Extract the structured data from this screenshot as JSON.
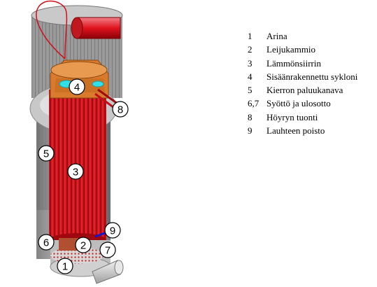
{
  "diagram": {
    "markers": [
      "4",
      "8",
      "5",
      "3",
      "9",
      "6",
      "2",
      "7",
      "1"
    ]
  },
  "legend": {
    "items": [
      {
        "num": "1",
        "label": "Arina"
      },
      {
        "num": "2",
        "label": "Leijukammio"
      },
      {
        "num": "3",
        "label": "Lämmönsiirrin"
      },
      {
        "num": "4",
        "label": "Sisäänrakennettu sykloni"
      },
      {
        "num": "5",
        "label": "Kierron paluukanava"
      },
      {
        "num": "6,7",
        "label": "Syöttö ja ulosotto"
      },
      {
        "num": "8",
        "label": "Höyryn tuonti"
      },
      {
        "num": "9",
        "label": "Lauhteen poisto"
      }
    ]
  },
  "colors": {
    "shell": "#a9a9a9",
    "tubes": "#e0141e",
    "cyclone": "#d97a2c",
    "cyclone_inlet": "#33e0e8",
    "steam_pipe": "#e04a55",
    "outlet_pipe": "#d8d8d8",
    "condensate_pipe": "#1515d0"
  }
}
